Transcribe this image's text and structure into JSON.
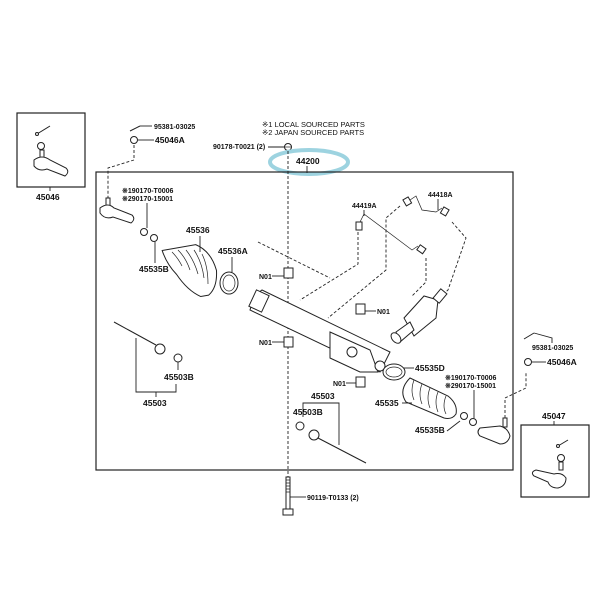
{
  "diagram": {
    "title_part_number": "44200",
    "notes": [
      "※1 LOCAL SOURCED PARTS",
      "※2 JAPAN SOURCED PARTS"
    ],
    "highlight_color": "#9dd3e0",
    "labels": {
      "top_bolt": "90178-T0021 (2)",
      "main_assembly": "44200",
      "cotter_pin_left": "95381-03025",
      "nut_left": "45046A",
      "tie_rod_end_left_box": "45046",
      "nut_left_alt_1": "※190170-T0006",
      "nut_left_alt_2": "※290170-15001",
      "boot_left": "45536",
      "clamp_left": "45536A",
      "clip_left": "45535B",
      "tube_1": "44419A",
      "tube_2": "44418A",
      "n01_a": "N01",
      "n01_b": "N01",
      "n01_c": "N01",
      "n01_d": "N01",
      "inner_rod_left": "45503",
      "inner_rod_left_washer": "45503B",
      "clamp_right": "45535D",
      "boot_right": "45535",
      "clip_right": "45535B",
      "nut_right_alt_1": "※190170-T0006",
      "nut_right_alt_2": "※290170-15001",
      "inner_rod_right": "45503",
      "inner_rod_right_washer": "45503B",
      "bottom_bolt": "90119-T0133 (2)",
      "cotter_pin_right": "95381-03025",
      "nut_right": "45046A",
      "tie_rod_end_right_box": "45047"
    }
  }
}
